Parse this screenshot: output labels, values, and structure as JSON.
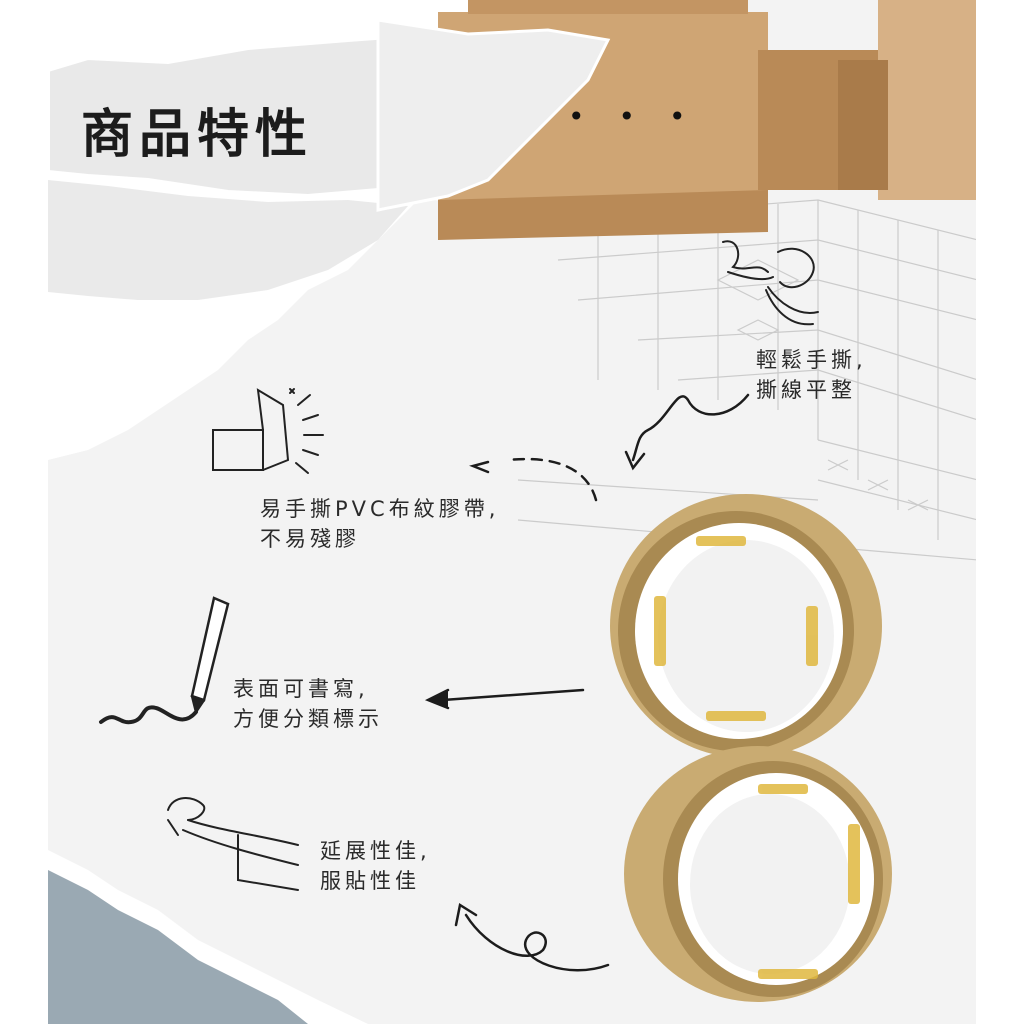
{
  "page": {
    "title": "商品特性",
    "dots": "•••"
  },
  "features": [
    {
      "line1": "輕鬆手撕,",
      "line2": "撕線平整",
      "icon": "hands-tearing-icon"
    },
    {
      "line1": "易手撕PVC布紋膠帶,",
      "line2": "不易殘膠",
      "icon": "peel-tape-icon"
    },
    {
      "line1": "表面可書寫,",
      "line2": "方便分類標示",
      "icon": "pen-writing-icon"
    },
    {
      "line1": "延展性佳,",
      "line2": "服貼性佳",
      "icon": "hand-stretch-icon"
    }
  ],
  "colors": {
    "background": "#f3f3f3",
    "paper": "#ffffff",
    "cardboard": "#cfa574",
    "tape": "#c9ab72",
    "tape_dark": "#a98a52",
    "ink": "#1c1c1c",
    "slate": "#9aa9b3"
  }
}
